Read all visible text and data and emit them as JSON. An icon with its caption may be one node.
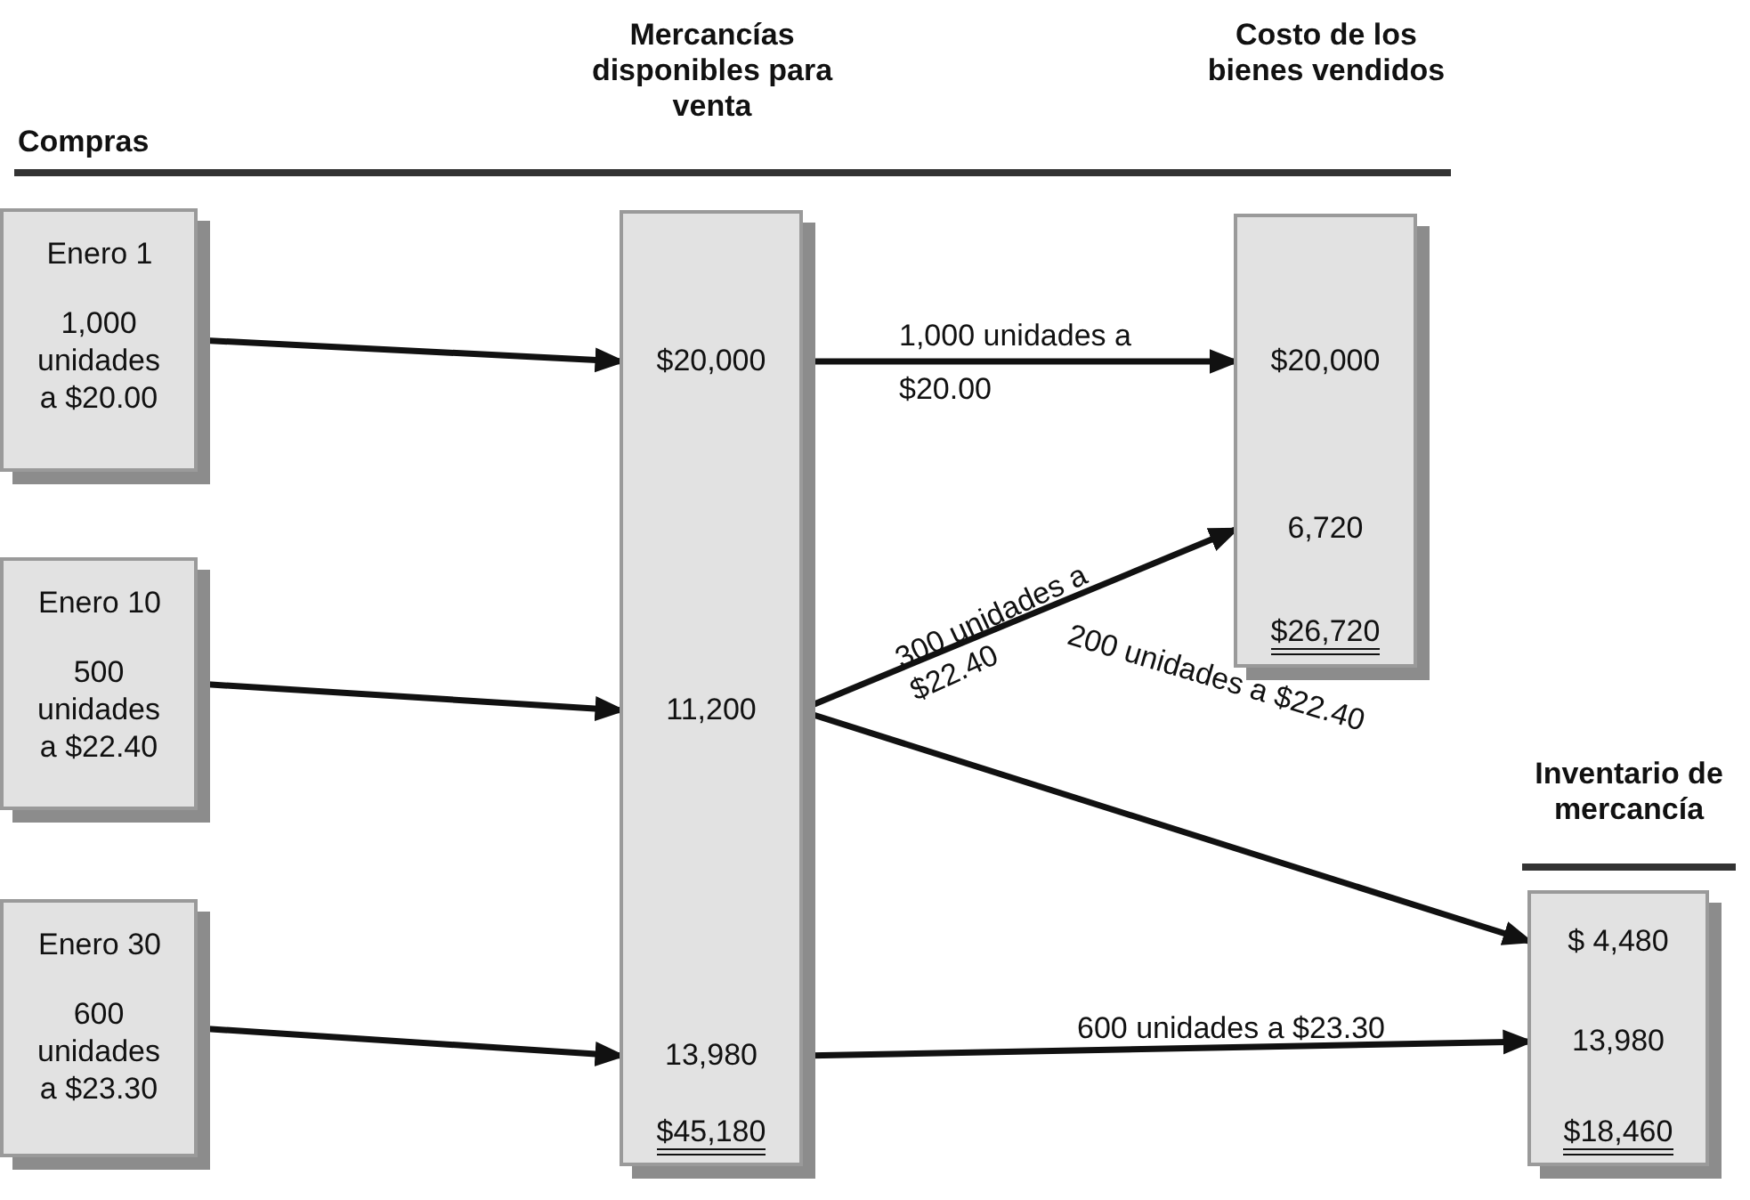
{
  "diagram": {
    "nodes": [
      {
        "text": [
          "Enero 1",
          "1,000 unidades a $20.00"
        ]
      },
      {
        "text": [
          "Enero 10",
          "500 unidades a $22.40"
        ]
      },
      {
        "text": [
          "Enero 30",
          "600 unidades a $23.30"
        ]
      },
      {
        "text": [
          "$45,180"
        ]
      },
      {
        "text": [
          "$20,000"
        ],
        "in": 3
      },
      {
        "text": [
          "11,200"
        ],
        "in": 3
      },
      {
        "text": [
          "13,980"
        ],
        "in": 3
      },
      {
        "text": [
          "$26,720"
        ]
      },
      {
        "text": [
          "$20,000"
        ],
        "in": 7
      },
      {
        "text": [
          "6,720"
        ],
        "in": 7
      },
      {
        "text": [
          "$18,460"
        ]
      },
      {
        "text": [
          "$ 4,480"
        ],
        "in": 10
      },
      {
        "text": [
          "13,980"
        ],
        "in": 10
      }
    ],
    "edges": [
      {
        "from": 0,
        "to": 4,
        "arrow": "to"
      },
      {
        "from": 1,
        "to": 5,
        "arrow": "to"
      },
      {
        "from": 2,
        "to": 6,
        "arrow": "to"
      },
      {
        "from": 4,
        "to": 8,
        "arrow": "to",
        "label": "1,000 unidades a $20.00"
      },
      {
        "from": 5,
        "to": 9,
        "arrow": "to",
        "label": "300 unidades a $22.40"
      },
      {
        "from": 5,
        "to": 11,
        "arrow": "to",
        "label": "200 unidades a $22.40"
      },
      {
        "from": 6,
        "to": 12,
        "arrow": "to",
        "label": "600 unidades a $23.30"
      }
    ],
    "labels": [
      "Compras",
      "Mercancías disponibles para venta",
      "Costo de los bienes vendidos",
      "Inventario de mercancía"
    ]
  }
}
